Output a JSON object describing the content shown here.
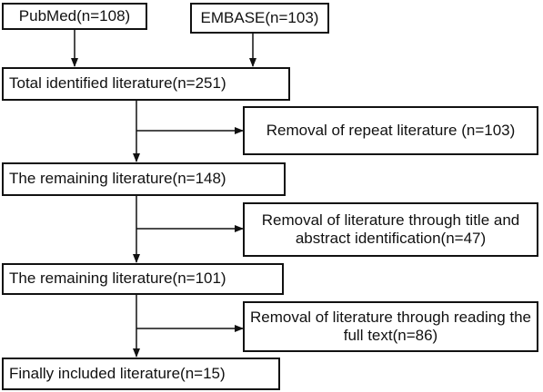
{
  "flow": {
    "sources": [
      {
        "id": "pubmed",
        "label": "PubMed(n=108)"
      },
      {
        "id": "embase",
        "label": "EMBASE(n=103)"
      }
    ],
    "steps": [
      {
        "id": "total",
        "label": "Total identified literature(n=251)"
      },
      {
        "id": "removal1",
        "label": "Removal of repeat literature (n=103)"
      },
      {
        "id": "remaining1",
        "label": "The remaining literature(n=148)"
      },
      {
        "id": "removal2",
        "label": "Removal of literature through title and abstract identification(n=47)"
      },
      {
        "id": "remaining2",
        "label": "The remaining literature(n=101)"
      },
      {
        "id": "removal3",
        "label": "Removal of literature through reading the full text(n=86)"
      },
      {
        "id": "final",
        "label": "Finally included literature(n=15)"
      }
    ],
    "edges": [
      {
        "from": "pubmed",
        "to": "total"
      },
      {
        "from": "embase",
        "to": "total"
      },
      {
        "from": "total",
        "to": "removal1"
      },
      {
        "from": "total",
        "to": "remaining1"
      },
      {
        "from": "remaining1",
        "to": "removal2"
      },
      {
        "from": "remaining1",
        "to": "remaining2"
      },
      {
        "from": "remaining2",
        "to": "removal3"
      },
      {
        "from": "remaining2",
        "to": "final"
      }
    ]
  }
}
